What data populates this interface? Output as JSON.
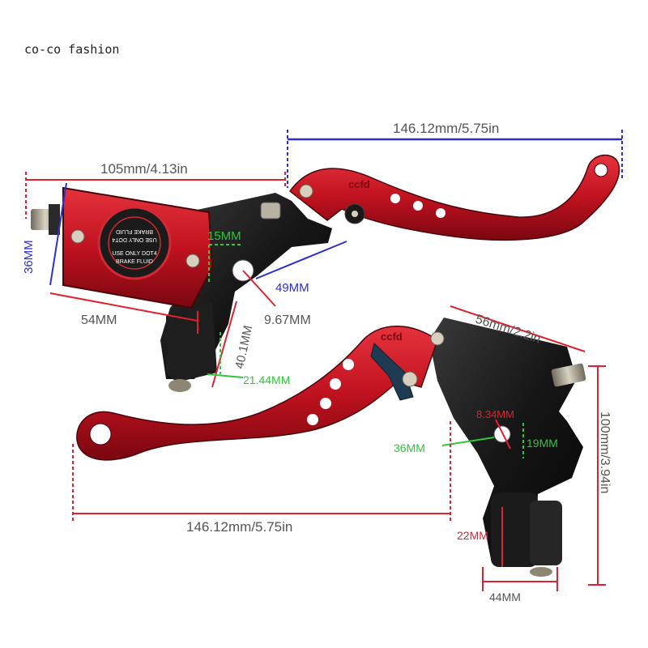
{
  "brand": {
    "text": "co-co fashion"
  },
  "colors": {
    "red": "#c0121f",
    "red_dark": "#7a0710",
    "black_part": "#161616",
    "dim_red": "#e0212f",
    "dim_blue": "#2b2fd0",
    "dim_green": "#2ec63a",
    "label_gray": "#555555"
  },
  "reservoir_text": {
    "line1": "BRAKE FLUID",
    "line2": "USE ONLY DOT4",
    "line3": "USE ONLY DOT4",
    "line4": "BRAKE FLUID"
  },
  "lever_text": "ccfd",
  "dimensions": {
    "top_lever_length": "146.12mm/5.75in",
    "top_body_length": "105mm/4.13in",
    "reservoir_height": "36MM",
    "hole_width": "15MM",
    "mount_length": "49MM",
    "hole_diameter": "9.67MM",
    "base_width": "54MM",
    "body_height": "40.1MM",
    "clamp_width": "21.44MM",
    "bottom_head_width": "56mm/2.2in",
    "bottom_height": "100mm/3.94in",
    "bottom_hole": "8.34MM",
    "bottom_mount_width": "36MM",
    "bottom_mount_height": "19MM",
    "bottom_lever_length": "146.12mm/5.75in",
    "clamp_diameter": "22MM",
    "clamp_length": "44MM"
  }
}
